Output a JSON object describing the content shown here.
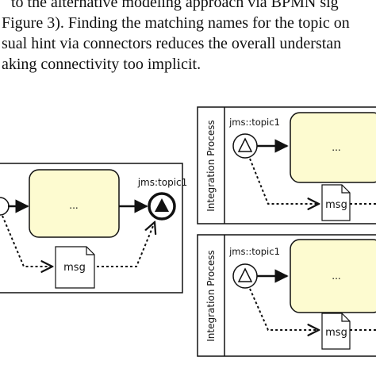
{
  "paragraph": {
    "lines": [
      "to the alternative modeling approach via BPMN sig",
      "Figure 3). Finding the matching names for the topic on",
      "sual hint via connectors reduces the overall understan",
      "aking connectivity too implicit."
    ]
  },
  "figure": {
    "left_diagram": {
      "task_label": "...",
      "end_event_label": "jms:topic1",
      "data_object_label": "msg"
    },
    "right_top_diagram": {
      "pool_label": "Integration Process",
      "start_event_label": "jms::topic1",
      "task_label": "...",
      "data_object_label": "msg"
    },
    "right_bottom_diagram": {
      "pool_label": "Integration Process",
      "start_event_label": "jms::topic1",
      "task_label": "...",
      "data_object_label": "msg"
    }
  },
  "colors": {
    "task_fill": "#fdfbd0",
    "stroke": "#111111",
    "page": "#ffffff"
  }
}
